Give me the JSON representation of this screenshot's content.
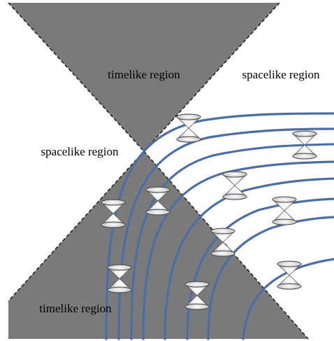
{
  "labels": {
    "timelike_top": "timelike region",
    "spacelike_right": "spacelike region",
    "spacelike_left": "spacelike region",
    "timelike_bottom": "timelike region"
  },
  "colors": {
    "timelike_fill": "#7a7a7a",
    "light_cone_boundary": "#222222",
    "worldline": "#4a6fa8",
    "cone_body": "#d0d0d0",
    "cone_rim": "#444444"
  },
  "icons": {
    "worldline_marker": "light-cone-icon"
  }
}
